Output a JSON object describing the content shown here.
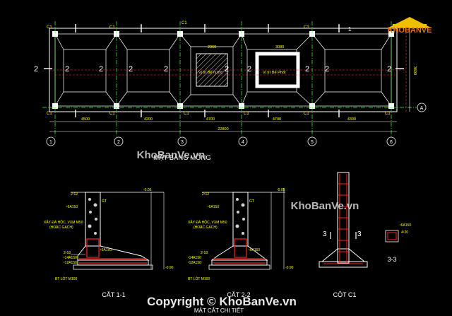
{
  "plan": {
    "title": "MẶT BẰNG MÓNG",
    "columns": [
      "C1",
      "C1",
      "C1",
      "C1",
      "C1",
      "C1"
    ],
    "footing_labels": [
      "2",
      "2",
      "2",
      "2",
      "2",
      "2",
      "2",
      "2",
      "2",
      "2"
    ],
    "section_mark": "1",
    "grid_axes": [
      "1",
      "2",
      "3",
      "4",
      "5",
      "6"
    ],
    "row_axis": "A",
    "spans": [
      "4500",
      "4200",
      "4700",
      "4700",
      "4300"
    ],
    "total_length": "22800",
    "boxes": [
      {
        "label": "Vị trí Bể nước",
        "dim_top": "2360"
      },
      {
        "label": "Vị trí Bể Phốt",
        "dim_top": "3080"
      }
    ],
    "side_dim": "3600"
  },
  "sections": {
    "left": {
      "caption": "CẮT 1-1",
      "rebar_top": "2¹12",
      "stirrup": "¹6A150",
      "level": "-0.05",
      "gt": "GT",
      "wall_note_1": "XÂY ĐÁ HỘC, VXM M50",
      "wall_note_2": "(HOẶC GẠCH)",
      "stirrup2": "¹6A150",
      "rebar_b1": "2¹18",
      "rebar_b2": "¹14A150",
      "rebar_b3": "¹12A150",
      "lean": "BT LÓT M100",
      "level_low": "-0.90"
    },
    "middle": {
      "caption": "CẮT 2-2",
      "rebar_top": "2¹12",
      "stirrup": "¹6A150",
      "level": "-0.05",
      "gt": "GT",
      "wall_note_1": "XÂY ĐÁ HỘC, VXM M50",
      "wall_note_2": "(HOẶC GẠCH)",
      "stirrup2": "¹6A150",
      "rebar_b1": "2¹18",
      "rebar_b2": "¹14A150",
      "rebar_b3": "¹12A150",
      "lean": "BT LÓT M100",
      "level_low": "-0.90"
    },
    "column": {
      "caption": "CỘT C1",
      "section_mark": "3",
      "section_caption": "3-3",
      "stirrup": "¹6A150",
      "rebar": "4¹20"
    },
    "group_caption": "MẶT CẮT CHI TIẾT"
  },
  "watermark": {
    "text": "KhoBanVe.vn",
    "copyright": "Copyright © KhoBanVe.vn",
    "logo": "KHOBANVE"
  }
}
